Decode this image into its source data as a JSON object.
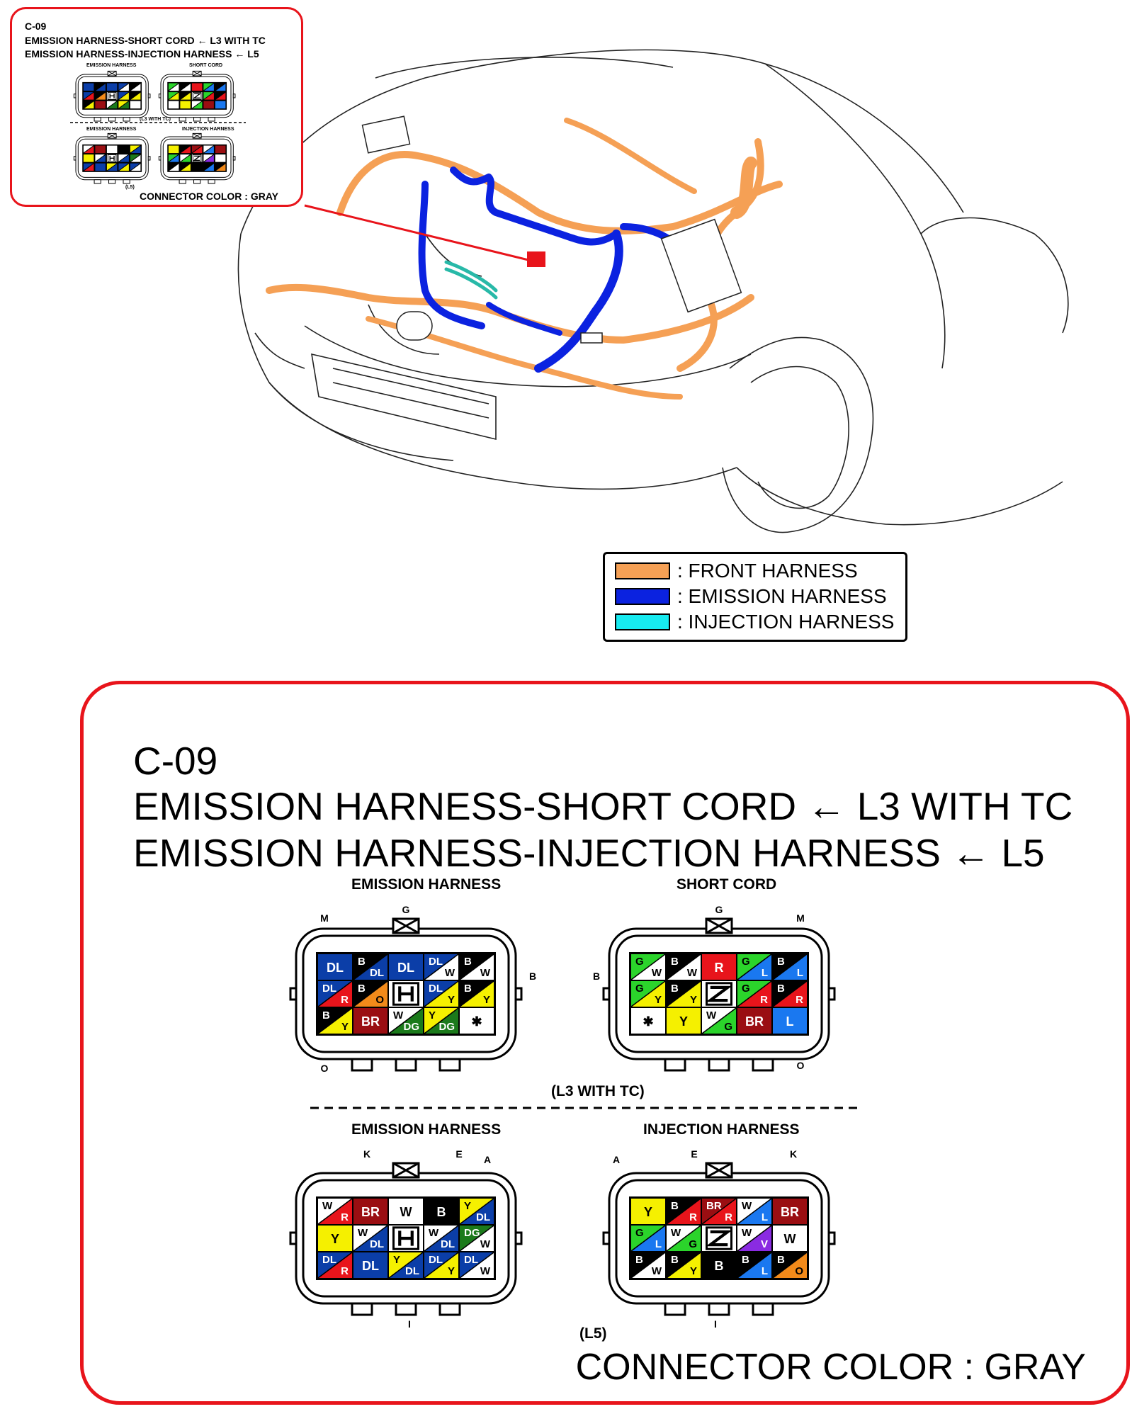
{
  "legend": {
    "items": [
      {
        "label": ": FRONT HARNESS",
        "color": "#f5a055"
      },
      {
        "label": ": EMISSION HARNESS",
        "color": "#0b22e0"
      },
      {
        "label": ": INJECTION HARNESS",
        "color": "#17eaf0"
      }
    ]
  },
  "connector": {
    "id": "C-09",
    "line1": "EMISSION HARNESS-SHORT CORD",
    "line1_variant": "L3 WITH TC",
    "line2": "EMISSION HARNESS-INJECTION HARNESS",
    "line2_variant": "L5",
    "connector_color_text": "CONNECTOR COLOR : GRAY"
  },
  "inset": {
    "id": "C-09",
    "line1": "EMISSION HARNESS-SHORT CORD",
    "line1_variant": "L3 WITH TC",
    "line2": "EMISSION HARNESS-INJECTION HARNESS",
    "line2_variant": "L5",
    "connector_color_text": "CONNECTOR COLOR : GRAY",
    "sub_labels": [
      "EMISSION HARNESS",
      "SHORT CORD",
      "EMISSION HARNESS",
      "INJECTION HARNESS"
    ],
    "variant_l3": "(L3 WITH TC)",
    "variant_l5": "(L5)"
  },
  "panels": {
    "l3_variant_label": "(L3 WITH TC)",
    "l5_variant_label": "(L5)",
    "top_left": {
      "title": "EMISSION HARNESS",
      "markers": {
        "top": "G",
        "corner_top": "M",
        "side": "B",
        "bottom": "O"
      },
      "rows": [
        [
          {
            "t": "DL",
            "c": "#0b3ea8"
          },
          {
            "t1": "B",
            "c1": "#000",
            "t2": "DL",
            "c2": "#0b3ea8"
          },
          {
            "t": "DL",
            "c": "#0b3ea8"
          },
          {
            "t1": "DL",
            "c1": "#0b3ea8",
            "t2": "W",
            "c2": "#fff"
          },
          {
            "t1": "B",
            "c1": "#000",
            "t2": "W",
            "c2": "#fff"
          }
        ],
        [
          {
            "t1": "DL",
            "c1": "#0b3ea8",
            "t2": "R",
            "c2": "#e8141b"
          },
          {
            "t1": "B",
            "c1": "#000",
            "t2": "O",
            "c2": "#f28a1a"
          },
          {
            "lock": true
          },
          {
            "t1": "DL",
            "c1": "#0b3ea8",
            "t2": "Y",
            "c2": "#f5f000"
          },
          {
            "t1": "B",
            "c1": "#000",
            "t2": "Y",
            "c2": "#f5f000"
          }
        ],
        [
          {
            "t1": "B",
            "c1": "#000",
            "t2": "Y",
            "c2": "#f5f000"
          },
          {
            "t": "BR",
            "c": "#9a0e12"
          },
          {
            "t1": "W",
            "c1": "#fff",
            "t2": "DG",
            "c2": "#1b7a1b"
          },
          {
            "t1": "Y",
            "c1": "#f5f000",
            "t2": "DG",
            "c2": "#1b7a1b"
          },
          {
            "t": "✱",
            "c": "#fff"
          }
        ]
      ]
    },
    "top_right": {
      "title": "SHORT CORD",
      "markers": {
        "top": "G",
        "corner_top": "M",
        "side": "B",
        "bottom": "O"
      },
      "rows": [
        [
          {
            "t1": "G",
            "c1": "#2bd42b",
            "t2": "W",
            "c2": "#fff"
          },
          {
            "t1": "B",
            "c1": "#000",
            "t2": "W",
            "c2": "#fff"
          },
          {
            "t": "R",
            "c": "#e8141b"
          },
          {
            "t1": "G",
            "c1": "#2bd42b",
            "t2": "L",
            "c2": "#1a78f0"
          },
          {
            "t1": "B",
            "c1": "#000",
            "t2": "L",
            "c2": "#1a78f0"
          }
        ],
        [
          {
            "t1": "G",
            "c1": "#2bd42b",
            "t2": "Y",
            "c2": "#f5f000"
          },
          {
            "t1": "B",
            "c1": "#000",
            "t2": "Y",
            "c2": "#f5f000"
          },
          {
            "lock": true
          },
          {
            "t1": "G",
            "c1": "#2bd42b",
            "t2": "R",
            "c2": "#e8141b"
          },
          {
            "t1": "B",
            "c1": "#000",
            "t2": "R",
            "c2": "#e8141b"
          }
        ],
        [
          {
            "t": "✱",
            "c": "#fff"
          },
          {
            "t": "Y",
            "c": "#f5f000"
          },
          {
            "t1": "W",
            "c1": "#fff",
            "t2": "G",
            "c2": "#2bd42b"
          },
          {
            "t": "BR",
            "c": "#9a0e12"
          },
          {
            "t": "L",
            "c": "#1a78f0"
          }
        ]
      ]
    },
    "bottom_left": {
      "title": "EMISSION HARNESS",
      "markers": {
        "k": "K",
        "e": "E",
        "a": "A",
        "bottom": "I"
      },
      "rows": [
        [
          {
            "t1": "W",
            "c1": "#fff",
            "t2": "R",
            "c2": "#e8141b"
          },
          {
            "t": "BR",
            "c": "#9a0e12"
          },
          {
            "t": "W",
            "c": "#fff"
          },
          {
            "t": "B",
            "c": "#000"
          },
          {
            "t1": "Y",
            "c1": "#f5f000",
            "t2": "DL",
            "c2": "#0b3ea8"
          }
        ],
        [
          {
            "t": "Y",
            "c": "#f5f000"
          },
          {
            "t1": "W",
            "c1": "#fff",
            "t2": "DL",
            "c2": "#0b3ea8"
          },
          {
            "lock": true
          },
          {
            "t1": "W",
            "c1": "#fff",
            "t2": "DL",
            "c2": "#0b3ea8"
          },
          {
            "t1": "DG",
            "c1": "#1b7a1b",
            "t2": "W",
            "c2": "#fff"
          }
        ],
        [
          {
            "t1": "DL",
            "c1": "#0b3ea8",
            "t2": "R",
            "c2": "#e8141b"
          },
          {
            "t": "DL",
            "c": "#0b3ea8"
          },
          {
            "t1": "Y",
            "c1": "#f5f000",
            "t2": "DL",
            "c2": "#0b3ea8"
          },
          {
            "t1": "DL",
            "c1": "#0b3ea8",
            "t2": "Y",
            "c2": "#f5f000"
          },
          {
            "t1": "DL",
            "c1": "#0b3ea8",
            "t2": "W",
            "c2": "#fff"
          }
        ]
      ]
    },
    "bottom_right": {
      "title": "INJECTION HARNESS",
      "markers": {
        "k": "K",
        "e": "E",
        "a": "A",
        "bottom": "I"
      },
      "rows": [
        [
          {
            "t": "Y",
            "c": "#f5f000"
          },
          {
            "t1": "B",
            "c1": "#000",
            "t2": "R",
            "c2": "#e8141b"
          },
          {
            "t1": "BR",
            "c1": "#9a0e12",
            "t2": "R",
            "c2": "#e8141b"
          },
          {
            "t1": "W",
            "c1": "#fff",
            "t2": "L",
            "c2": "#1a78f0"
          },
          {
            "t": "BR",
            "c": "#9a0e12"
          }
        ],
        [
          {
            "t1": "G",
            "c1": "#2bd42b",
            "t2": "L",
            "c2": "#1a78f0"
          },
          {
            "t1": "W",
            "c1": "#fff",
            "t2": "G",
            "c2": "#2bd42b"
          },
          {
            "lock": true
          },
          {
            "t1": "W",
            "c1": "#fff",
            "t2": "V",
            "c2": "#8a2be2"
          },
          {
            "t": "W",
            "c": "#fff"
          }
        ],
        [
          {
            "t1": "B",
            "c1": "#000",
            "t2": "W",
            "c2": "#fff"
          },
          {
            "t1": "B",
            "c1": "#000",
            "t2": "Y",
            "c2": "#f5f000"
          },
          {
            "t": "B",
            "c": "#000"
          },
          {
            "t1": "B",
            "c1": "#000",
            "t2": "L",
            "c2": "#1a78f0"
          },
          {
            "t1": "B",
            "c1": "#000",
            "t2": "O",
            "c2": "#f28a1a"
          }
        ]
      ]
    }
  }
}
